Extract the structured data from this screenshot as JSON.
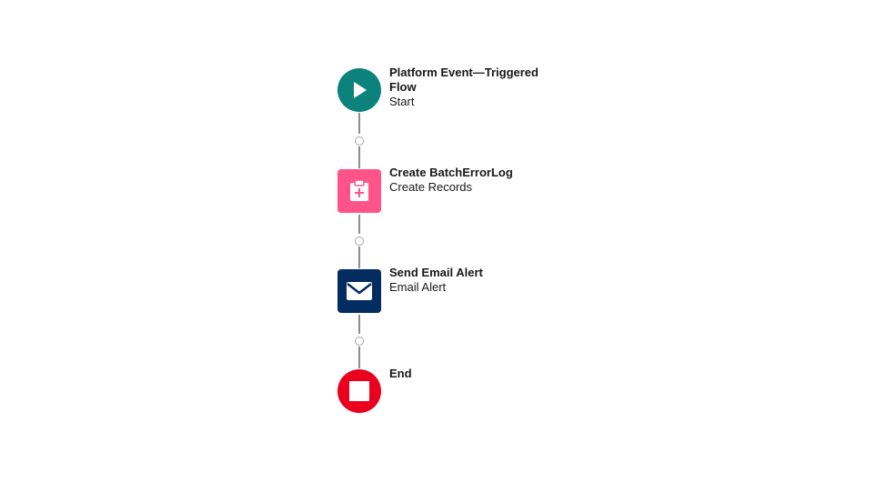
{
  "nodes": [
    {
      "title": "Platform Event—Triggered Flow",
      "subtitle": "Start",
      "icon": "play-icon",
      "color": "#0b827c"
    },
    {
      "title": "Create BatchErrorLog",
      "subtitle": "Create Records",
      "icon": "record-create-icon",
      "color": "#ff538a"
    },
    {
      "title": "Send Email Alert",
      "subtitle": "Email Alert",
      "icon": "email-icon",
      "color": "#032d60"
    },
    {
      "title": "End",
      "icon": "stop-icon",
      "color": "#ea001e"
    }
  ]
}
